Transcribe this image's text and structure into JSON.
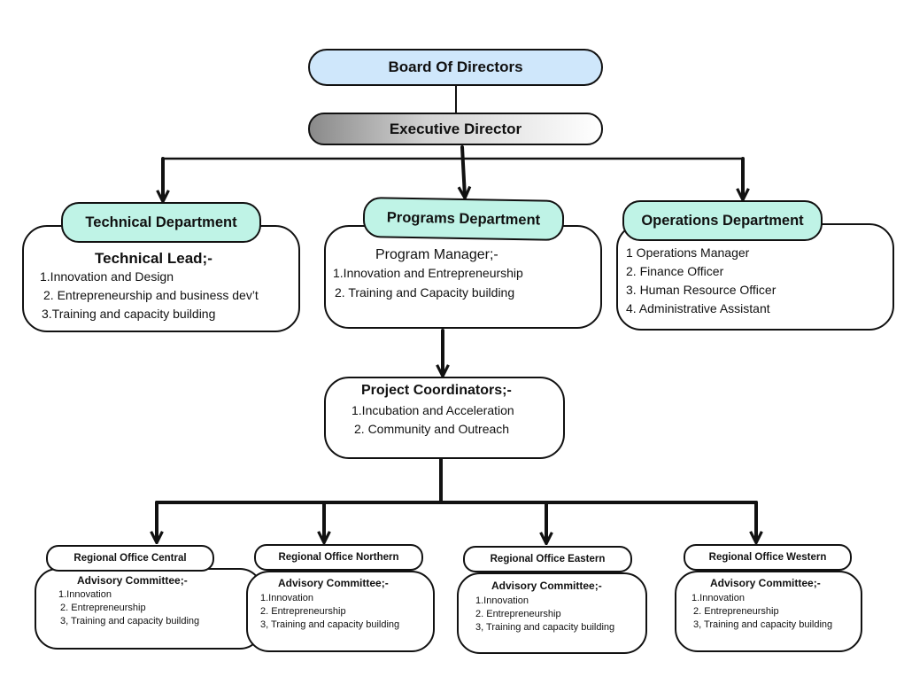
{
  "board": "Board Of Directors",
  "executive": "Executive Director",
  "technical": {
    "title": "Technical Department",
    "heading": "Technical Lead;-",
    "items": [
      "1.Innovation and Design",
      "2. Entrepreneurship and  business dev’t",
      "3.Training and capacity building"
    ]
  },
  "programs": {
    "title": "Programs Department",
    "heading": "Program Manager;-",
    "items": [
      "1.Innovation and Entrepreneurship",
      "2. Training and Capacity building"
    ]
  },
  "operations": {
    "title": "Operations Department",
    "items": [
      "1 Operations Manager",
      "2. Finance Officer",
      "3. Human Resource Officer",
      "4. Administrative Assistant"
    ]
  },
  "coordinators": {
    "heading": "Project Coordinators;-",
    "items": [
      "1.Incubation and Acceleration",
      "2. Community and Outreach"
    ]
  },
  "regions": [
    {
      "title": "Regional Office Central",
      "heading": "Advisory Committee;-",
      "items": [
        "1.Innovation",
        "2. Entrepreneurship",
        "3, Training and capacity building"
      ]
    },
    {
      "title": "Regional Office Northern",
      "heading": "Advisory Committee;-",
      "items": [
        "1.Innovation",
        "2. Entrepreneurship",
        "3, Training and capacity building"
      ]
    },
    {
      "title": "Regional Office Eastern",
      "heading": "Advisory Committee;-",
      "items": [
        "1.Innovation",
        "2. Entrepreneurship",
        "3, Training and capacity building"
      ]
    },
    {
      "title": "Regional Office Western",
      "heading": "Advisory Committee;-",
      "items": [
        "1.Innovation",
        "2. Entrepreneurship",
        "3, Training and capacity building"
      ]
    }
  ]
}
